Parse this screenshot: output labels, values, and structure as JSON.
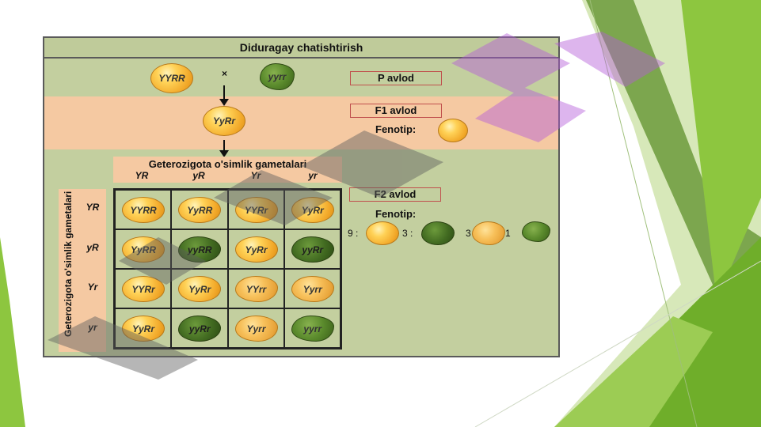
{
  "title": "Diduragay chatishtirish",
  "p_generation": {
    "label": "P avlod",
    "parent1": "YYRR",
    "cross_symbol": "×",
    "parent2": "yyrr"
  },
  "f1_generation": {
    "label": "F1 avlod",
    "genotype": "YyRr",
    "phenotype_label": "Fenotip:"
  },
  "gametes": {
    "header": "Geterozigota o'simlik gametalari",
    "side_header": "Geterozigota o'simlik gametalari",
    "columns": [
      "YR",
      "yR",
      "Yr",
      "yr"
    ],
    "rows": [
      "YR",
      "yR",
      "Yr",
      "yr"
    ]
  },
  "punnett": [
    [
      {
        "g": "YYRR",
        "c": "yellow-round"
      },
      {
        "g": "YyRR",
        "c": "yellow-round"
      },
      {
        "g": "YYRr",
        "c": "yellow-round"
      },
      {
        "g": "YyRr",
        "c": "yellow-round"
      }
    ],
    [
      {
        "g": "YyRR",
        "c": "yellow-round"
      },
      {
        "g": "yyRR",
        "c": "green-round"
      },
      {
        "g": "YyRr",
        "c": "yellow-round"
      },
      {
        "g": "yyRr",
        "c": "green-round"
      }
    ],
    [
      {
        "g": "YYRr",
        "c": "yellow-round"
      },
      {
        "g": "YyRr",
        "c": "yellow-round"
      },
      {
        "g": "YYrr",
        "c": "yellow-wrinkled"
      },
      {
        "g": "Yyrr",
        "c": "yellow-wrinkled"
      }
    ],
    [
      {
        "g": "YyRr",
        "c": "yellow-round"
      },
      {
        "g": "yyRr",
        "c": "green-round"
      },
      {
        "g": "Yyrr",
        "c": "yellow-wrinkled"
      },
      {
        "g": "yyrr",
        "c": "green-wrinkled"
      }
    ]
  ],
  "f2_generation": {
    "label": "F2 avlod",
    "phenotype_label": "Fenotip:",
    "ratio": [
      {
        "n": "9 :",
        "c": "yellow-round"
      },
      {
        "n": "3 :",
        "c": "green-round"
      },
      {
        "n": "3 :",
        "c": "yellow-wrinkled"
      },
      {
        "n": "1",
        "c": "green-wrinkled"
      }
    ]
  },
  "colors": {
    "panel_bg": "#c3cf9f",
    "band_bg": "#f5c9a2",
    "label_border": "#c0504d",
    "slide_green": "#8dc63f"
  }
}
